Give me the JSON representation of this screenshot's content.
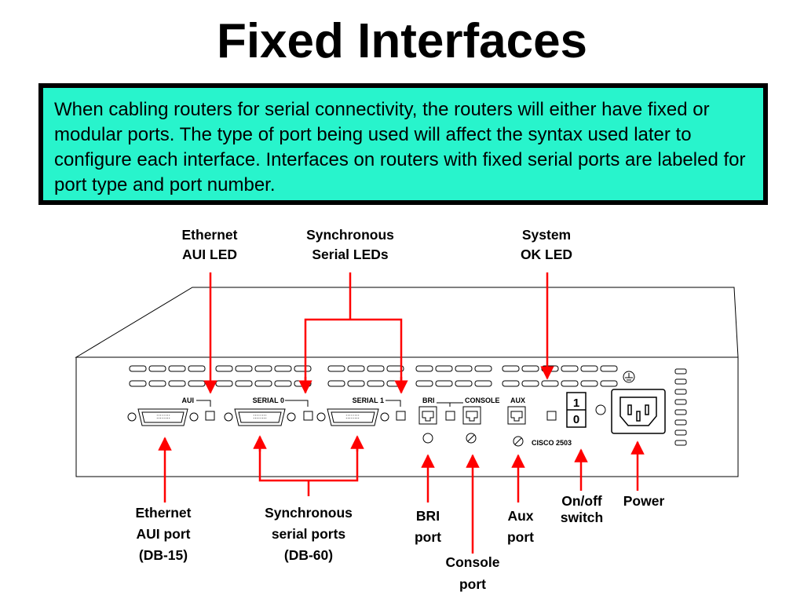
{
  "title": "Fixed Interfaces",
  "description": "When cabling routers for serial connectivity, the routers will either have fixed or modular ports. The type of port being used will affect the syntax used later to configure each interface. Interfaces on routers with fixed serial ports are labeled for port type and port number.",
  "colors": {
    "box": "#28f4cc",
    "arrow": "#ff0000"
  },
  "diagram": {
    "top_labels": {
      "ethernet_led": [
        "Ethernet",
        "AUI LED"
      ],
      "serial_leds": [
        "Synchronous",
        "Serial LEDs"
      ],
      "system_ok_led": [
        "System",
        "OK LED"
      ]
    },
    "panel_labels": {
      "aui": "AUI",
      "serial0": "SERIAL 0",
      "serial1": "SERIAL 1",
      "bri": "BRI",
      "console": "CONSOLE",
      "aux": "AUX",
      "model": "CISCO 2503",
      "switch_on": "1",
      "switch_off": "0"
    },
    "bottom_labels": {
      "aui_port": [
        "Ethernet",
        "AUI port",
        "(DB-15)"
      ],
      "serial_ports": [
        "Synchronous",
        "serial ports",
        "(DB-60)"
      ],
      "bri_port": [
        "BRI",
        "port"
      ],
      "console_port": [
        "Console",
        "port"
      ],
      "aux_port": [
        "Aux",
        "port"
      ],
      "switch": [
        "On/off",
        "switch"
      ],
      "power": "Power"
    }
  }
}
